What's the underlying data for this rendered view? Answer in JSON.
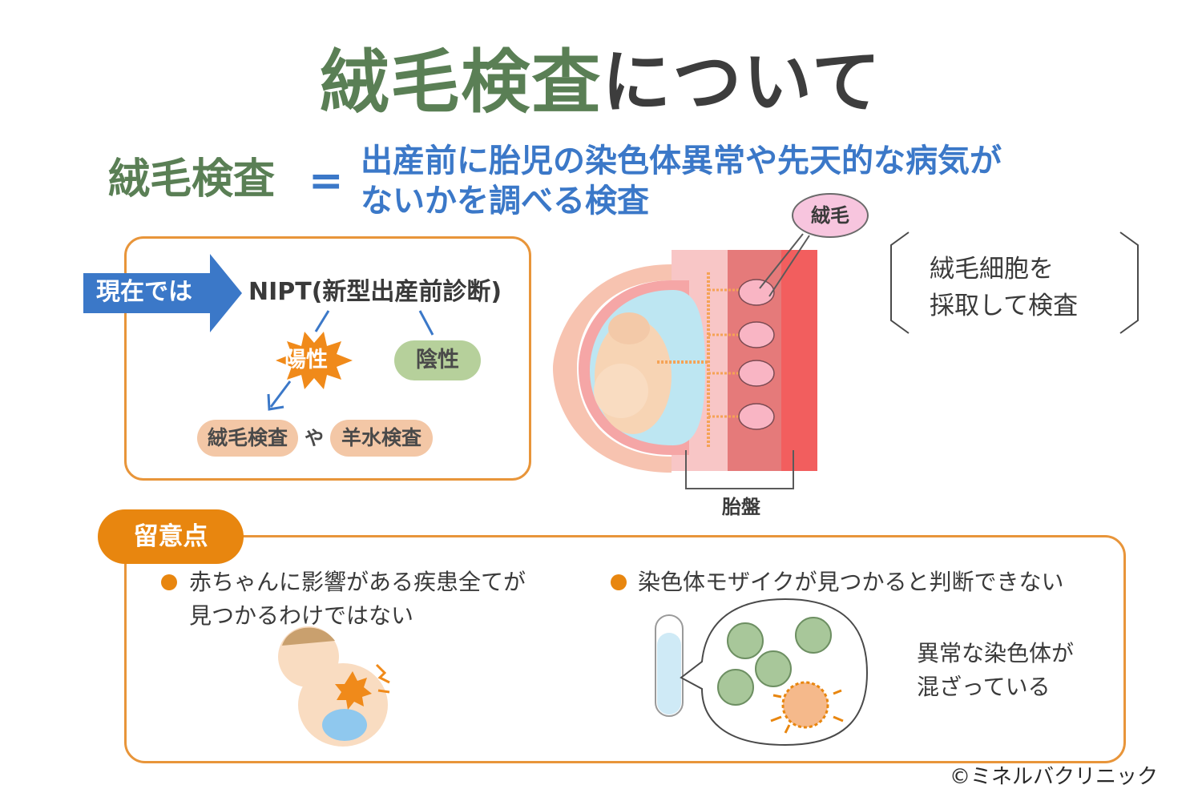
{
  "title": {
    "main_green": "絨毛検査",
    "main_rest": "について"
  },
  "definition": {
    "term": "絨毛検査",
    "equals": "=",
    "line1": "出産前に胎児の染色体異常や先天的な病気が",
    "line2": "ないかを調べる検査"
  },
  "nipt_flow": {
    "arrow_label": "現在では",
    "test_name": "NIPT(新型出産前診断)",
    "positive": "陽性",
    "negative": "陰性",
    "exam_1": "絨毛検査",
    "connector": "や",
    "exam_2": "羊水検査"
  },
  "illustration": {
    "villi_label": "絨毛",
    "placenta_label": "胎盤",
    "note_line1": "絨毛細胞を",
    "note_line2": "採取して検査"
  },
  "caution": {
    "tab_label": "留意点",
    "point1_line1": "赤ちゃんに影響がある疾患全てが",
    "point1_line2": "見つかるわけではない",
    "point2": "染色体モザイクが見つかると判断できない",
    "abnormal_line1": "異常な染色体が",
    "abnormal_line2": "混ざっている"
  },
  "copyright": "©ミネルバクリニック",
  "colors": {
    "green": "#5a7f55",
    "blue": "#3b78c8",
    "orange": "#e8860f",
    "box_border": "#e8953a",
    "negative_pill": "#b6d09b",
    "exam_pill": "#f3c7a6",
    "villi_bubble": "#f7c5de"
  }
}
